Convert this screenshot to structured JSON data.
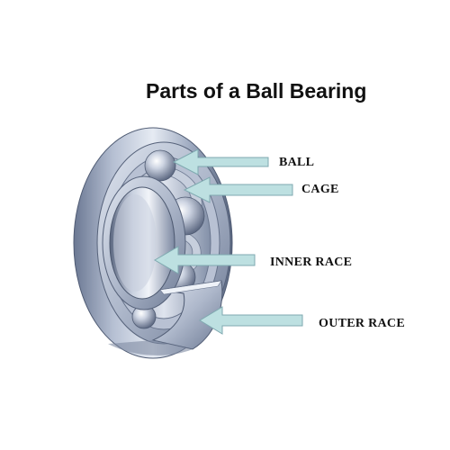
{
  "title": "Parts of a Ball Bearing",
  "labels": {
    "ball": "BALL",
    "cage": "CAGE",
    "inner_race": "INNER RACE",
    "outer_race": "OUTER RACE"
  },
  "colors": {
    "arrow_fill": "#bde0e1",
    "arrow_stroke": "#7fa9b0",
    "steel_light": "#e4e9f2",
    "steel_mid": "#a9b4c8",
    "steel_dark": "#5d6a83"
  }
}
